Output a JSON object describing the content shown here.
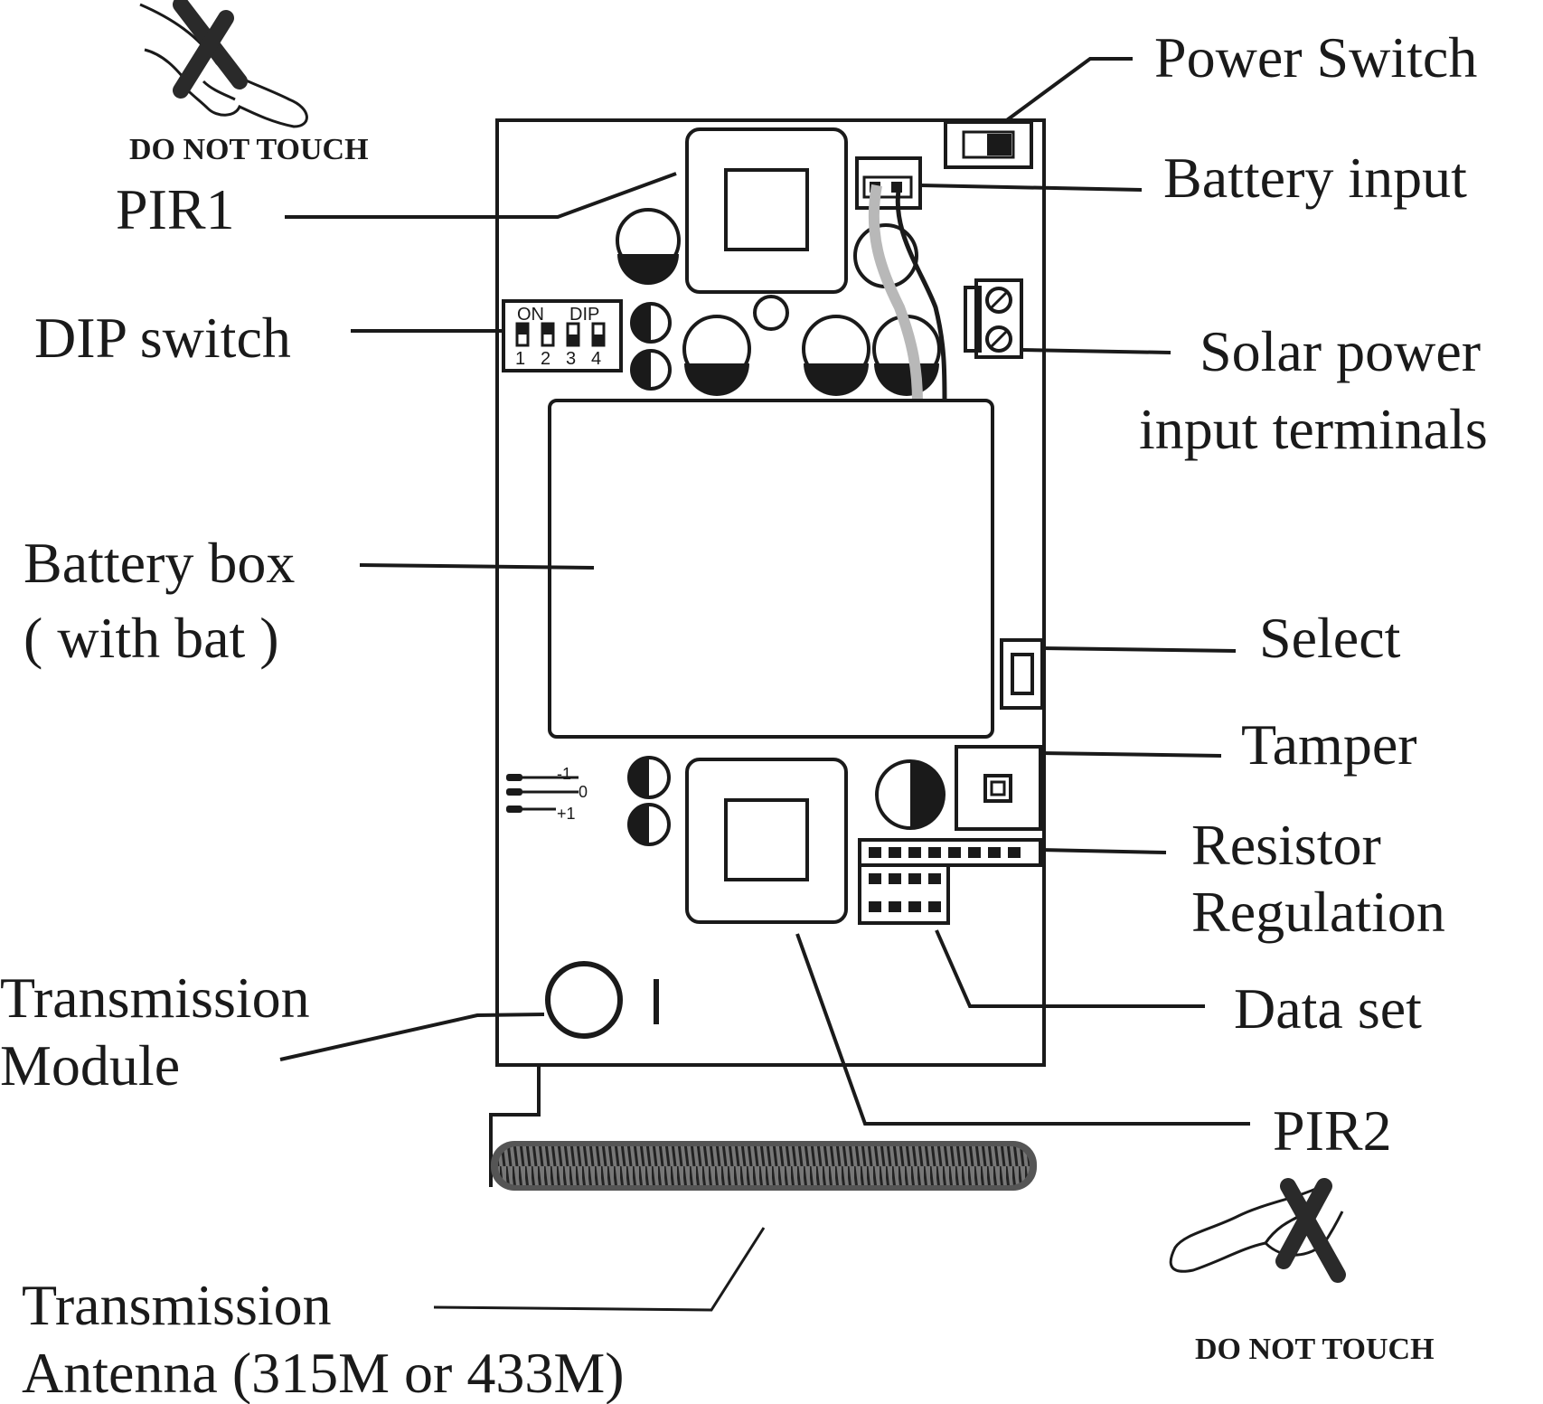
{
  "labels": {
    "power_switch": "Power Switch",
    "battery_input": "Battery input",
    "pir1": "PIR1",
    "dip_switch": "DIP switch",
    "solar_line1": "Solar power",
    "solar_line2": "input terminals",
    "battery_box_line1": "Battery box",
    "battery_box_line2": "( with bat )",
    "select": "Select",
    "tamper": "Tamper",
    "resistor_line1": "Resistor",
    "resistor_line2": "Regulation",
    "data_set": "Data set",
    "transmission_module_line1": "Transmission",
    "transmission_module_line2": "Module",
    "pir2": "PIR2",
    "antenna_line1": "Transmission",
    "antenna_line2": "Antenna (315M or 433M)"
  },
  "warnings": {
    "top": "DO NOT TOUCH",
    "bottom": "DO NOT TOUCH"
  },
  "dip": {
    "header_on": "ON",
    "header_dip": "DIP",
    "n1": "1",
    "n2": "2",
    "n3": "3",
    "n4": "4"
  },
  "jumper": {
    "minus1": "-1",
    "zero": "0",
    "plus1": "+1"
  }
}
